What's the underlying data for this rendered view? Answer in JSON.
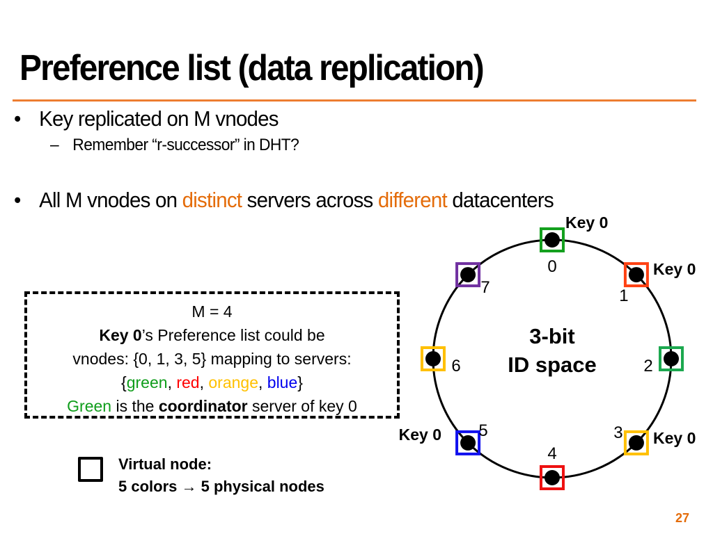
{
  "slide": {
    "title": "Preference list (data replication)",
    "page_number": "27",
    "accent_color": "#ed7d31"
  },
  "bullets": {
    "b1": {
      "marker": "•",
      "text": "Key replicated on M vnodes"
    },
    "b1_sub": {
      "marker": "–",
      "text": "Remember “r-successor” in DHT?"
    },
    "b2": {
      "marker": "•",
      "part1": "All M vnodes on ",
      "highlight1": "distinct",
      "part2": " servers across ",
      "highlight2": "different",
      "part3": " datacenters"
    }
  },
  "callout": {
    "line1": "M = 4",
    "line2_bold": "Key 0",
    "line2_rest": "’s Preference list could be",
    "line3": "vnodes: {0, 1, 3, 5} mapping to servers:",
    "line4_open": "{",
    "line4_green": "green",
    "sep": ", ",
    "line4_red": "red",
    "line4_orange": "orange",
    "line4_blue": "blue",
    "line4_close": "}",
    "line5_green": "Green",
    "line5_mid": " is the ",
    "line5_bold": "coordinator",
    "line5_end": " server of key 0"
  },
  "legend": {
    "line1": "Virtual node:",
    "line2": "5 colors → 5 physical nodes"
  },
  "ring": {
    "center_line1": "3-bit",
    "center_line2": "ID space",
    "key_label": "Key 0",
    "nodes": [
      {
        "id": "0",
        "color": "#14a01e",
        "has_key": true
      },
      {
        "id": "1",
        "color": "#ff4112",
        "has_key": true
      },
      {
        "id": "2",
        "color": "#1ca84f",
        "has_key": false
      },
      {
        "id": "3",
        "color": "#ffc000",
        "has_key": true
      },
      {
        "id": "4",
        "color": "#ee1111",
        "has_key": false
      },
      {
        "id": "5",
        "color": "#1010ee",
        "has_key": true
      },
      {
        "id": "6",
        "color": "#ffc000",
        "has_key": false
      },
      {
        "id": "7",
        "color": "#7030a0",
        "has_key": false
      }
    ]
  }
}
